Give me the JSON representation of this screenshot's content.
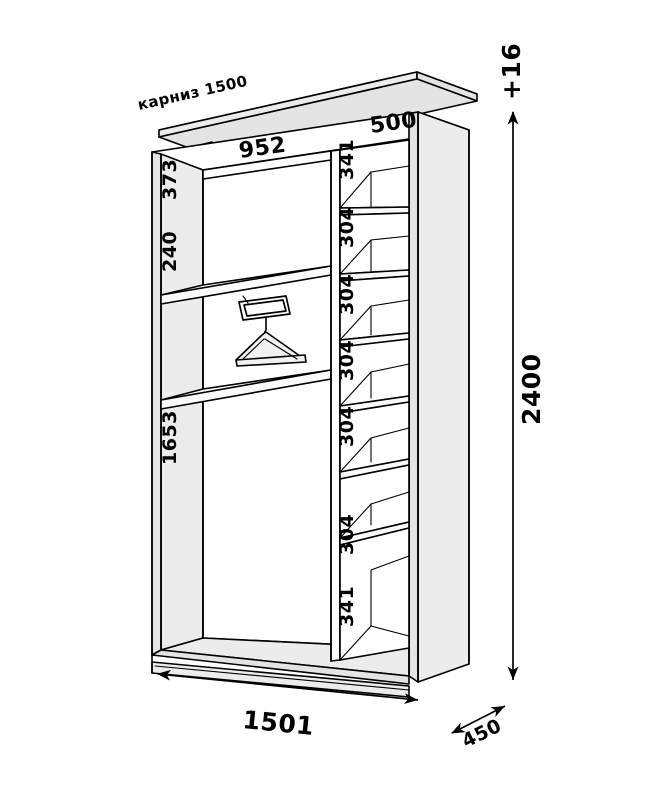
{
  "drawing": {
    "title": "Wardrobe elevation / isometric technical drawing",
    "units": "mm",
    "cornice": {
      "label": "карниз 1500",
      "name": "cornice"
    },
    "top_offset": {
      "label": "+16"
    },
    "overall": {
      "height": "2400",
      "width": "1501",
      "depth": "450"
    },
    "left_section": {
      "top_shelf_width": "952",
      "segments": [
        {
          "label": "373"
        },
        {
          "label": "240"
        },
        {
          "label": "1653"
        }
      ]
    },
    "right_section": {
      "width": "500",
      "compartments": [
        {
          "label": "341"
        },
        {
          "label": "304"
        },
        {
          "label": "304"
        },
        {
          "label": "304"
        },
        {
          "label": "304"
        },
        {
          "label": "304"
        },
        {
          "label": "341"
        }
      ]
    },
    "colors": {
      "line": "#000000",
      "panel_fill": "#ececec",
      "background": "#ffffff"
    }
  }
}
